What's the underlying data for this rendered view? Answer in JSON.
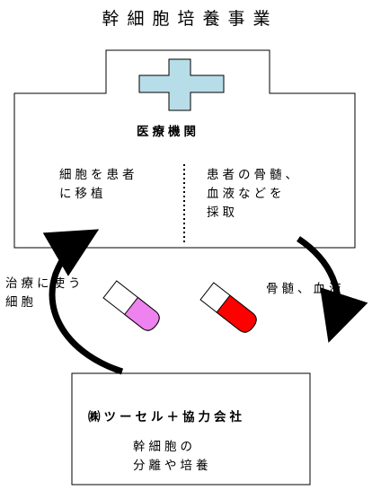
{
  "title": "幹細胞培養事業",
  "hospital": {
    "name": "医療機関",
    "left_text": [
      "細胞を患者",
      "に移植"
    ],
    "right_text": [
      "患者の骨髄、",
      "血液などを",
      "採取"
    ]
  },
  "flow": {
    "left_label": [
      "治療に使う",
      "細胞"
    ],
    "right_label": "骨髄、血液"
  },
  "company": {
    "name": "㈱ツーセル＋協力会社",
    "text": [
      "幹細胞の",
      "分離や培養"
    ]
  },
  "colors": {
    "cross": "#b7dde8",
    "tube_left": "#ee82ee",
    "tube_right": "#ff0000"
  }
}
